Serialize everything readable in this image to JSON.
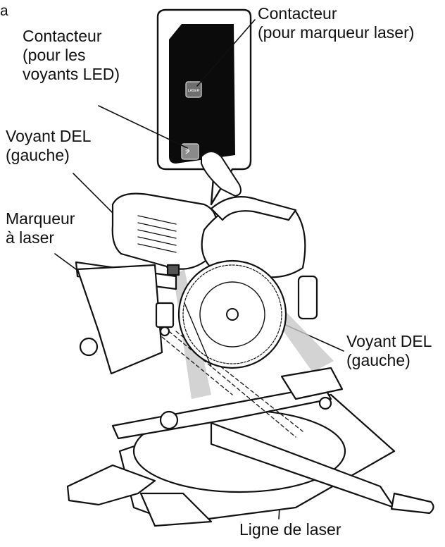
{
  "figure_letter": "a",
  "labels": {
    "contacteur_led": [
      "Contacteur",
      "(pour les",
      "voyants LED)"
    ],
    "contacteur_laser": [
      "Contacteur",
      "(pour marqueur laser)"
    ],
    "voyant_del_upper": [
      "Voyant DEL",
      "(gauche)"
    ],
    "marqueur_laser": [
      "Marqueur",
      "à laser"
    ],
    "voyant_del_lower": [
      "Voyant DEL",
      "(gauche)"
    ],
    "ligne_laser": "Ligne de laser"
  },
  "switch_panel": {
    "laser_switch_text": "LASER"
  },
  "colors": {
    "ink": "#111111",
    "panel_black": "#0b0b0b",
    "laser_beam": "#9a9a9a",
    "shading": "#c8c8c8"
  }
}
